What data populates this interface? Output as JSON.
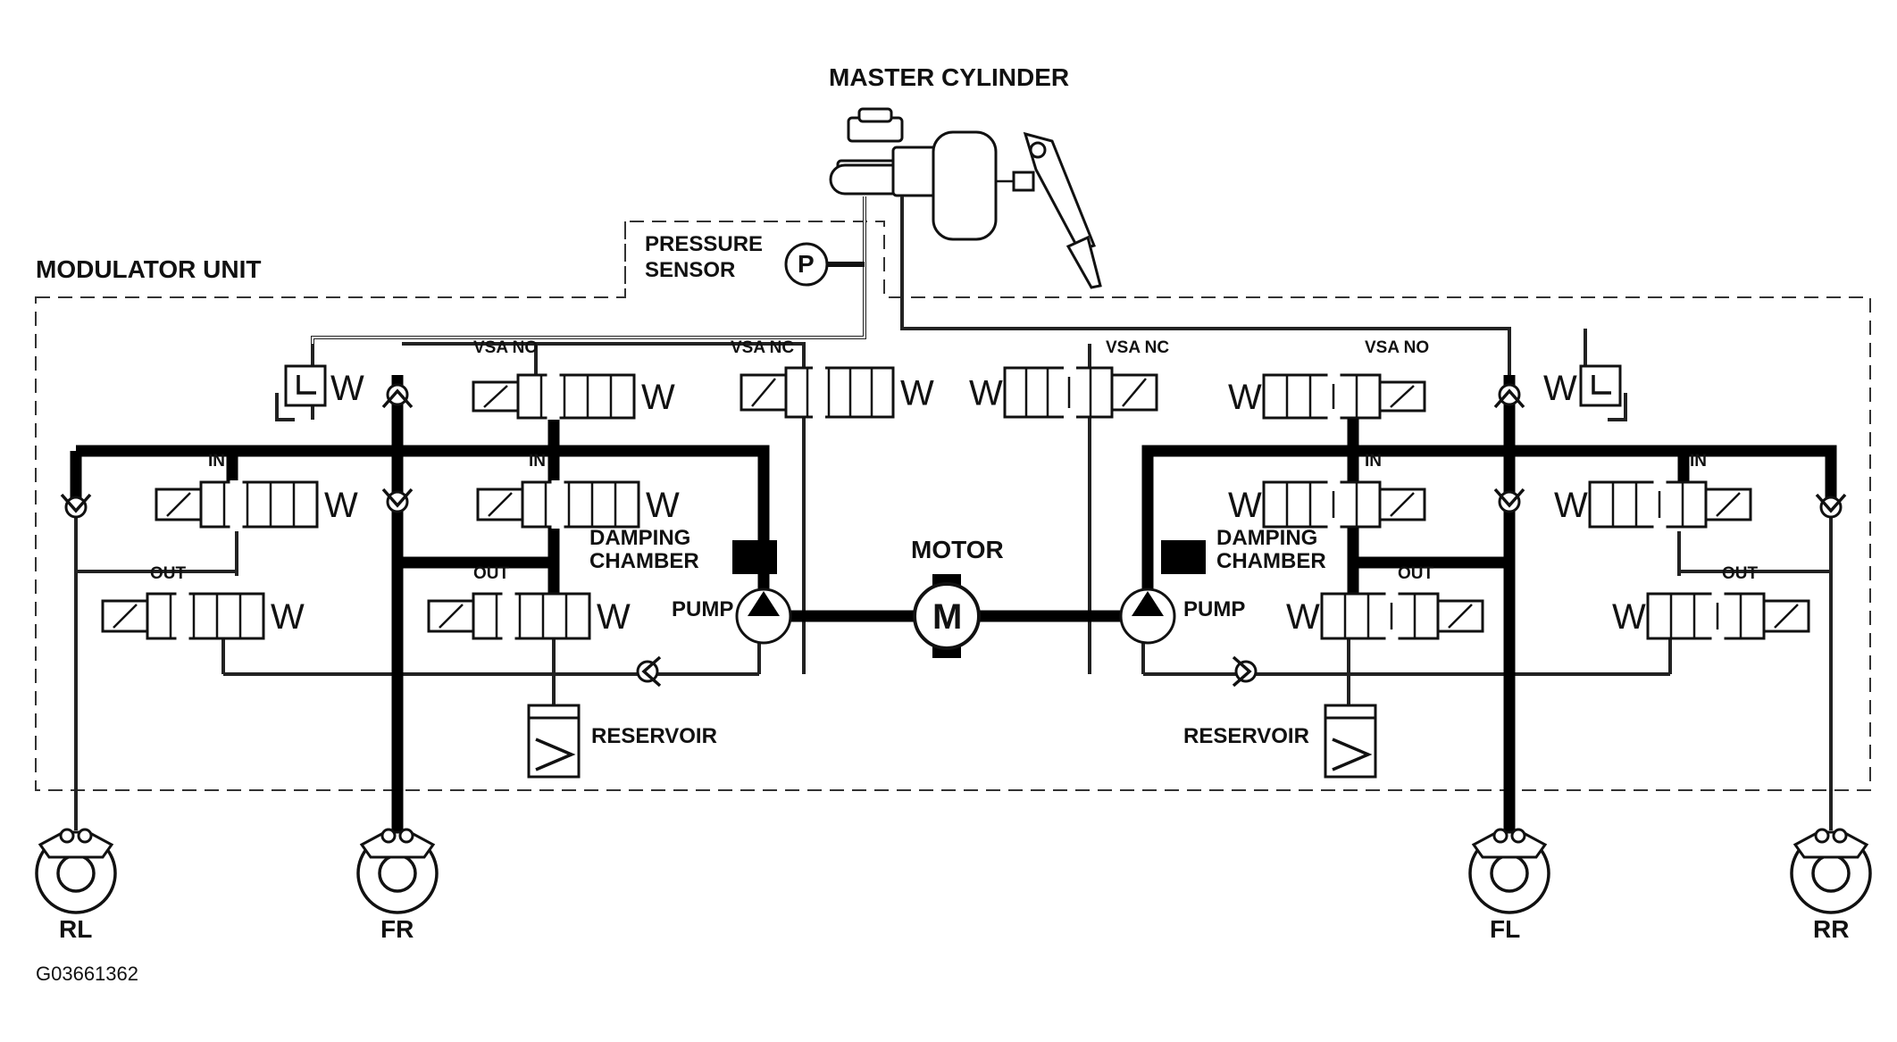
{
  "labels": {
    "master_cylinder": "MASTER CYLINDER",
    "modulator_unit": "MODULATOR UNIT",
    "pressure_sensor_line1": "PRESSURE",
    "pressure_sensor_line2": "SENSOR",
    "pressure_symbol": "P",
    "motor": "MOTOR",
    "motor_symbol": "M",
    "pump_left": "PUMP",
    "pump_right": "PUMP",
    "damping_left_line1": "DAMPING",
    "damping_left_line2": "CHAMBER",
    "damping_right_line1": "DAMPING",
    "damping_right_line2": "CHAMBER",
    "reservoir_left": "RESERVOIR",
    "reservoir_right": "RESERVOIR",
    "vsa_no_left": "VSA NO",
    "vsa_nc_left": "VSA NC",
    "vsa_nc_right": "VSA NC",
    "vsa_no_right": "VSA NO",
    "in_1": "IN",
    "in_2": "IN",
    "in_3": "IN",
    "in_4": "IN",
    "out_1": "OUT",
    "out_2": "OUT",
    "out_3": "OUT",
    "out_4": "OUT",
    "spring_symbol": "W"
  },
  "wheels": {
    "rl": "RL",
    "fr": "FR",
    "fl": "FL",
    "rr": "RR"
  },
  "figure_id": "G03661362"
}
